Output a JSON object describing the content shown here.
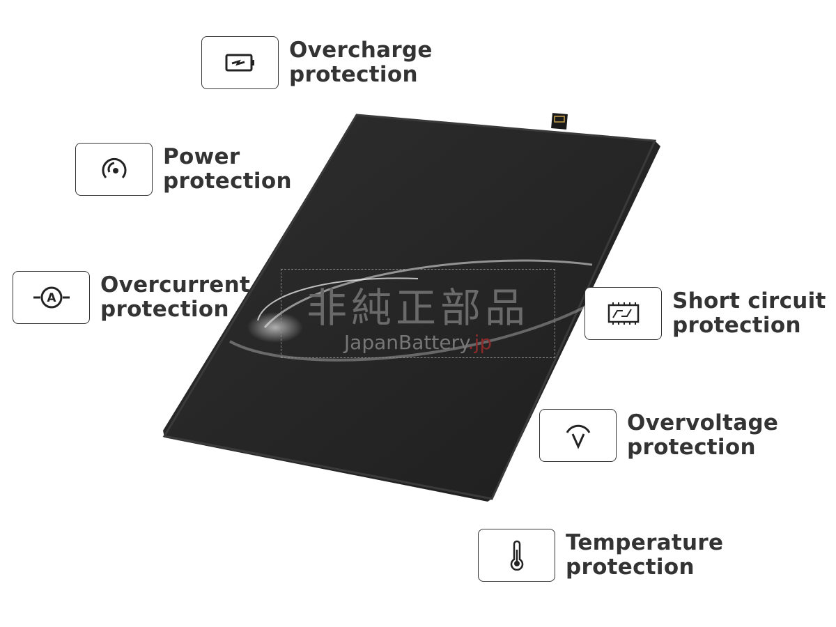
{
  "features": [
    {
      "id": "overcharge",
      "icon": "battery-charge-icon",
      "line1": "Overcharge",
      "line2": "protection"
    },
    {
      "id": "power",
      "icon": "gauge-icon",
      "line1": "Power",
      "line2": "protection"
    },
    {
      "id": "overcurrent",
      "icon": "ammeter-icon",
      "line1": "Overcurrent",
      "line2": "protection"
    },
    {
      "id": "short-circuit",
      "icon": "circuit-board-icon",
      "line1": "Short circuit",
      "line2": "protection"
    },
    {
      "id": "overvoltage",
      "icon": "voltage-icon",
      "line1": "Overvoltage",
      "line2": "protection"
    },
    {
      "id": "temperature",
      "icon": "thermometer-icon",
      "line1": "Temperature",
      "line2": "protection"
    }
  ],
  "watermark": {
    "jp": "非純正部品",
    "brand": "JapanBattery",
    "tld": ".jp"
  },
  "colors": {
    "text": "#333333",
    "battery": "#2a2a2a"
  }
}
